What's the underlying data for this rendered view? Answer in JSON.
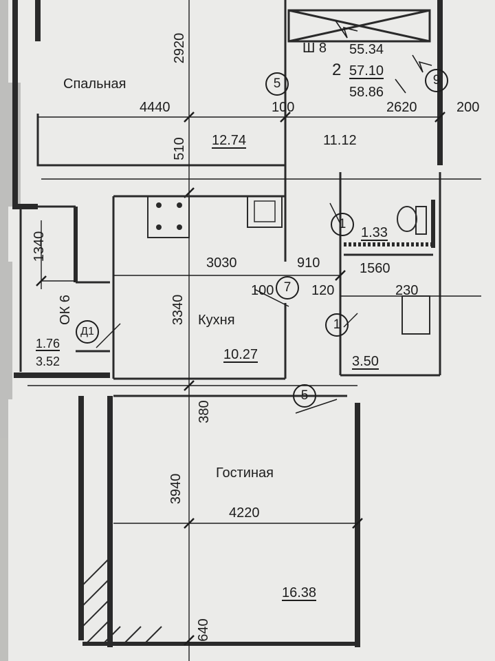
{
  "rooms": {
    "bedroom": {
      "name": "Спальная",
      "width": "4440",
      "depth": "2920",
      "area": "12.74"
    },
    "hall": {
      "area": "11.12"
    },
    "kitchen": {
      "name": "Кухня",
      "width": "3030",
      "depth": "3340",
      "area": "10.27"
    },
    "living": {
      "name": "Гостиная",
      "width": "4220",
      "depth": "3940",
      "area": "16.38"
    },
    "toilet": {
      "area": "1.33"
    },
    "bath": {
      "area": "3.50",
      "width": "1560"
    },
    "balcony": {
      "name": "ОК 6",
      "length": "1340",
      "area1": "1.76",
      "area2": "3.52"
    }
  },
  "dimensions": {
    "d510": "510",
    "d100_a": "100",
    "d2620": "2620",
    "d200": "200",
    "d910": "910",
    "d100_b": "100",
    "d120": "120",
    "d230": "230",
    "d380": "380",
    "d640": "640"
  },
  "stamp": {
    "shaft": "Ш 8",
    "rooms": "2",
    "area_a": "55.34",
    "area_b": "57.10",
    "area_c": "58.86"
  },
  "markers": {
    "m5a": "5",
    "m9": "9",
    "m1a": "1",
    "m7": "7",
    "m1b": "1",
    "m5b": "5",
    "d1": "Д1"
  },
  "colors": {
    "paper": "#ebebe9",
    "ink": "#1d1d1d",
    "wall": "#2a2a2a"
  }
}
